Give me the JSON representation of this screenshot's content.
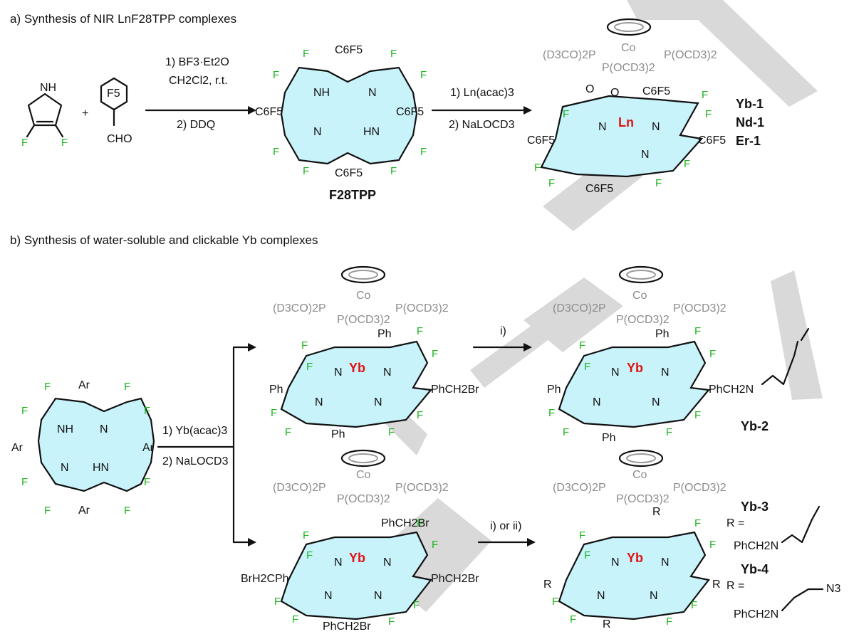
{
  "section_a": {
    "title": "a) Synthesis of NIR LnF28TPP complexes",
    "step1": [
      "1) BF3·Et2O",
      "CH2Cl2, r.t.",
      "2) DDQ"
    ],
    "step2": [
      "1) Ln(acac)3",
      "2) NaLOCD3"
    ],
    "reactant1_label": "NH",
    "reactant2_label": "CHO",
    "reactant2_ring": "F5",
    "plus": "+",
    "intermediate_name": "F28TPP",
    "product_metal": "Ln",
    "products": [
      "Yb-1",
      "Nd-1",
      "Er-1"
    ]
  },
  "section_b": {
    "title": "b) Synthesis of water-soluble and clickable Yb complexes",
    "step1": [
      "1) Yb(acac)3",
      "2) NaLOCD3"
    ],
    "step_top": "i)",
    "step_bottom": "i) or ii)",
    "start_substituent": "Ar",
    "product_metal": "Yb",
    "top_substituents": [
      "Ph",
      "PhCH2Br"
    ],
    "bottom_substituent": "PhCH2Br",
    "bottom_left_substituent": "BrH2CPh",
    "yb2_substituent": "PhCH2N",
    "r_label": "R",
    "r_equals": "R =",
    "products": [
      "Yb-2",
      "Yb-3",
      "Yb-4"
    ],
    "yb3_r": "PhCH2N",
    "yb4_r": "PhCH2N",
    "azide": "N3"
  },
  "ligand": {
    "cp_metal": "Co",
    "phosphite_left": "(D3CO)2P",
    "phosphite_mid": "P(OCD3)2",
    "phosphite_right": "P(OCD3)2",
    "oxygen": "O"
  },
  "labels": {
    "fluorine": "F",
    "nh": "NH",
    "hn": "HN",
    "n": "N",
    "c6f5": "C6F5"
  },
  "colors": {
    "fluorine": "#1fb31f",
    "metal": "#e01010",
    "ligand": "#8c8c8c",
    "porphyrin_fill": "#c9f3fb"
  }
}
